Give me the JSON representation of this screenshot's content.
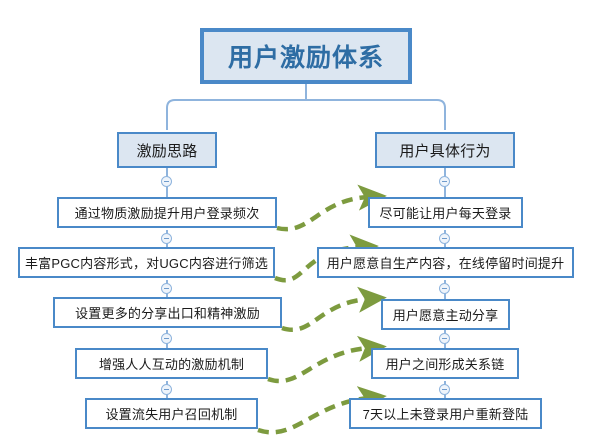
{
  "diagram": {
    "title": "用户激励体系",
    "columns": [
      {
        "id": "left",
        "header": "激励思路"
      },
      {
        "id": "right",
        "header": "用户具体行为"
      }
    ],
    "left_items": [
      "通过物质激励提升用户登录频次",
      "丰富PGC内容形式，对UGC内容进行筛选",
      "设置更多的分享出口和精神激励",
      "增强人人互动的激励机制",
      "设置流失用户召回机制"
    ],
    "right_items": [
      "尽可能让用户每天登录",
      "用户愿意自生产内容，在线停留时间提升",
      "用户愿意主动分享",
      "用户之间形成关系链",
      "7天以上未登录用户重新登陆"
    ],
    "colors": {
      "box_border": "#4a89c8",
      "title_fill": "#dce6f1",
      "title_text": "#2e6da4",
      "branch_fill": "#dce6f1",
      "connector": "#8fb4dd",
      "arrow": "#7d9b3f",
      "text": "#1a1a1a",
      "background": "#ffffff"
    },
    "toggle_icon": "collapse-minus-icon"
  }
}
